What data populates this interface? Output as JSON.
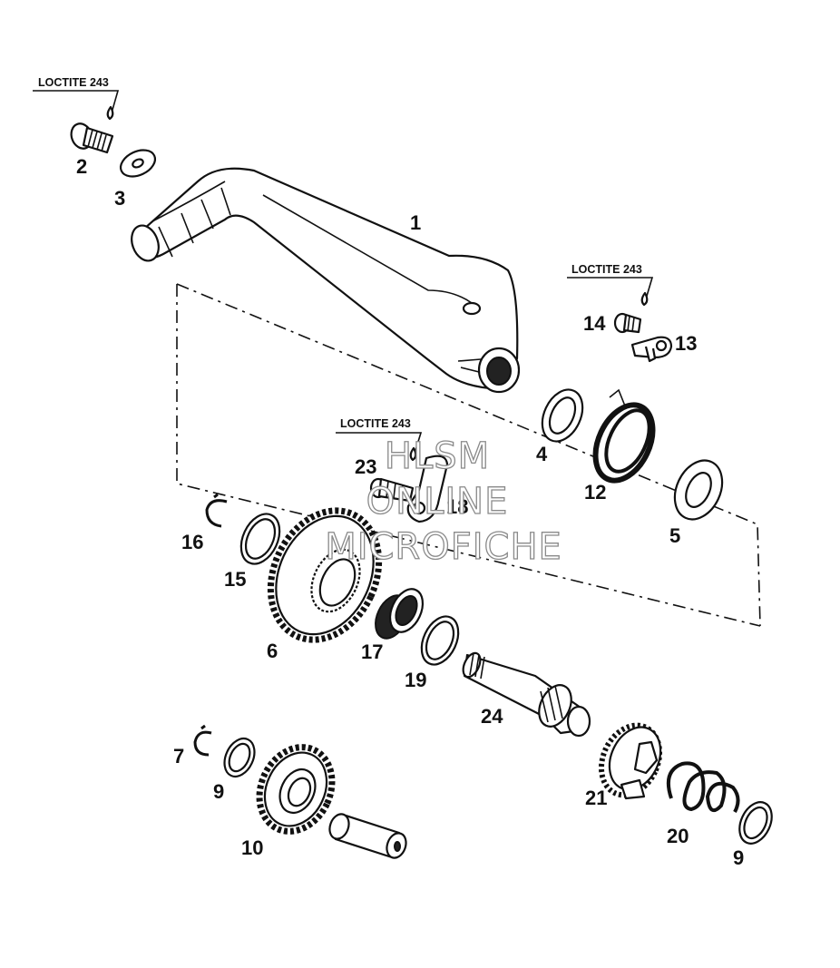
{
  "diagram": {
    "loctite_label": "LOCTITE 243",
    "part_labels": {
      "p1": "1",
      "p2": "2",
      "p3": "3",
      "p4": "4",
      "p5": "5",
      "p6": "6",
      "p7": "7",
      "p9a": "9",
      "p9b": "9",
      "p10": "10",
      "p12": "12",
      "p13": "13",
      "p14": "14",
      "p15": "15",
      "p16": "16",
      "p17": "17",
      "p18": "18",
      "p19": "19",
      "p20": "20",
      "p21": "21",
      "p23": "23",
      "p24": "24"
    },
    "watermark": {
      "line1": "HLSM",
      "line2": "ONLINE",
      "line3": "MICROFICHE"
    }
  }
}
